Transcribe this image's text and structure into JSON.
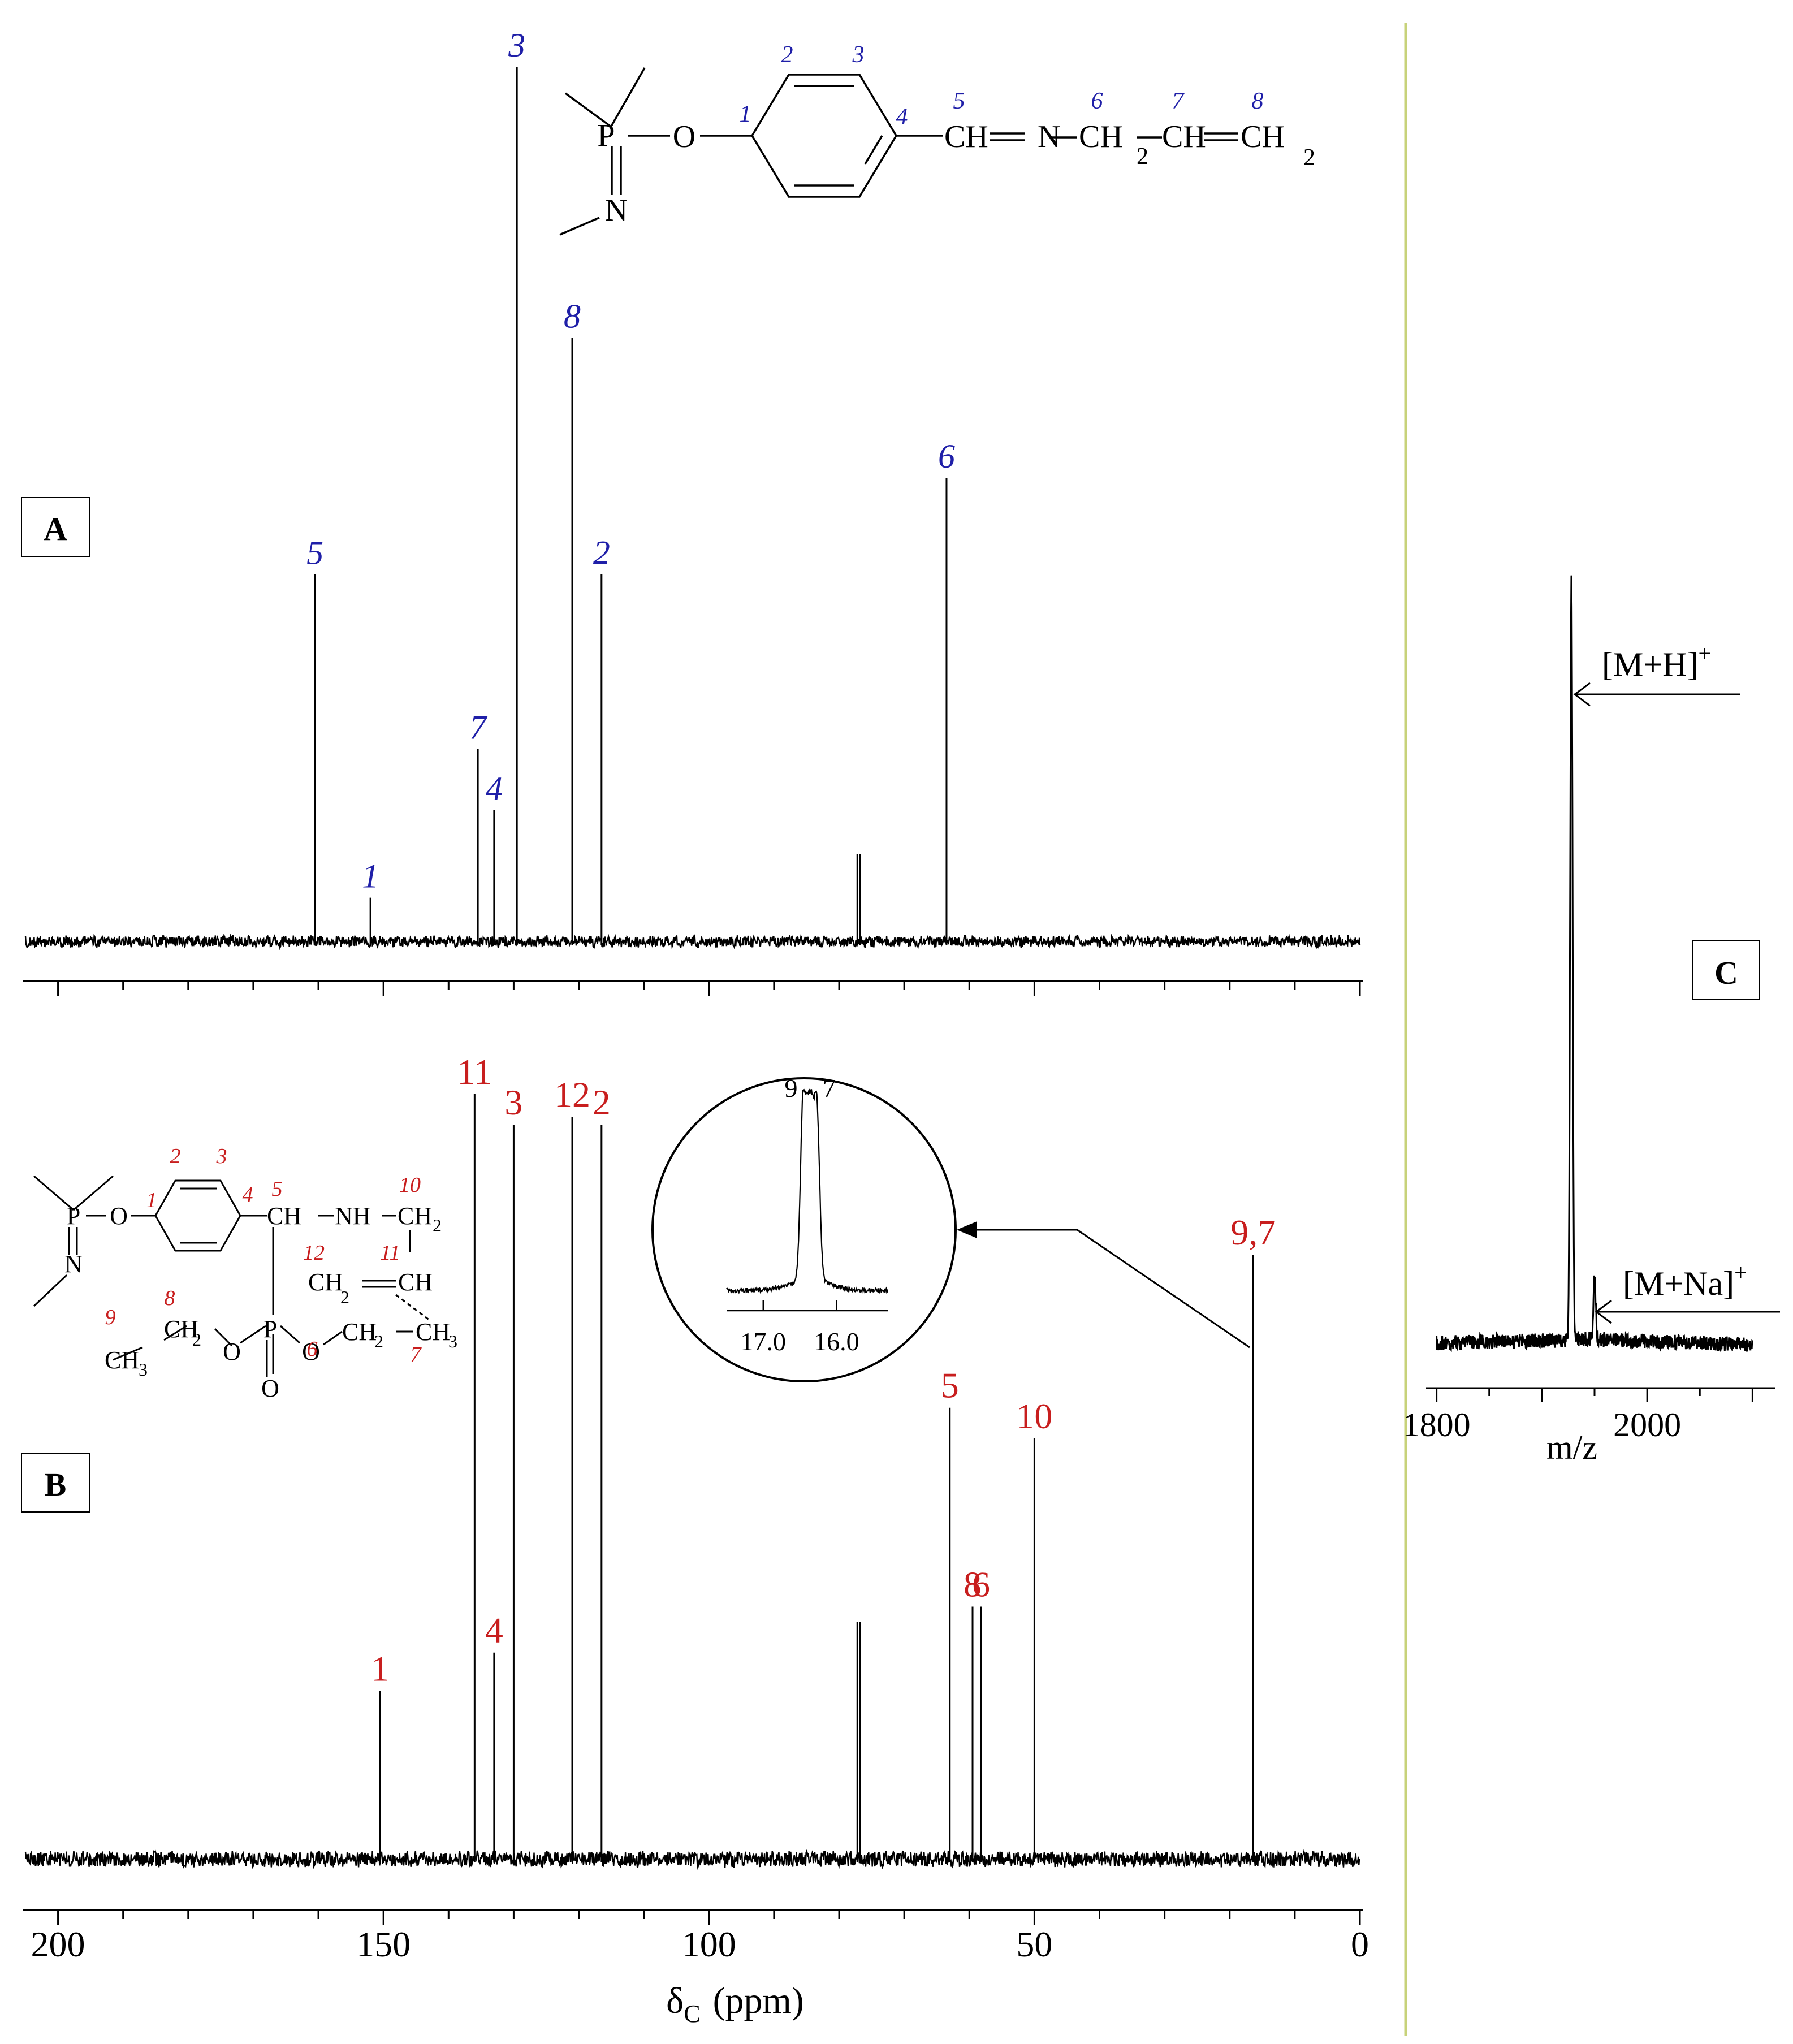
{
  "panels": {
    "a": {
      "label": "A"
    },
    "b": {
      "label": "B"
    },
    "c": {
      "label": "C"
    }
  },
  "colors": {
    "panel_a_labels": "#1f1fa8",
    "panel_b_labels": "#c81e1e",
    "divider": "#c7d27a",
    "trace": "#000000"
  },
  "chart_data": [
    {
      "id": "panel-a",
      "type": "line",
      "subtype": "13C NMR spectrum",
      "title": "",
      "x_reversed": true,
      "xlim": [
        205,
        0
      ],
      "ylim": [
        0,
        1
      ],
      "grid": false,
      "tick_marks_every": 10,
      "peaks": [
        {
          "label": "5",
          "x": 160.5,
          "y": 0.42
        },
        {
          "label": "1",
          "x": 152.0,
          "y": 0.05
        },
        {
          "label": "7",
          "x": 135.5,
          "y": 0.22
        },
        {
          "label": "4",
          "x": 133.0,
          "y": 0.15
        },
        {
          "label": "3",
          "x": 129.5,
          "y": 1.0
        },
        {
          "label": "8",
          "x": 121.0,
          "y": 0.69
        },
        {
          "label": "2",
          "x": 116.5,
          "y": 0.42
        },
        {
          "label": "",
          "x": 77.2,
          "y": 0.1
        },
        {
          "label": "",
          "x": 76.8,
          "y": 0.1
        },
        {
          "label": "6",
          "x": 63.5,
          "y": 0.53
        }
      ],
      "structure": {
        "atoms": [
          "P",
          "O",
          "N",
          "CH",
          "N",
          "CH",
          "2",
          "CH",
          "CH",
          "2"
        ],
        "numbers": [
          "1",
          "2",
          "3",
          "4",
          "5",
          "6",
          "7",
          "8"
        ]
      }
    },
    {
      "id": "panel-b",
      "type": "line",
      "subtype": "13C NMR spectrum",
      "title": "",
      "xlabel": "δ",
      "xlabel_sub": "C",
      "xlabel_unit": "(ppm)",
      "x_reversed": true,
      "xlim": [
        205,
        0
      ],
      "ylim": [
        0,
        1
      ],
      "grid": false,
      "tick_marks_every": 10,
      "x_tick_labels": [
        "200",
        "150",
        "100",
        "50",
        "0"
      ],
      "peaks": [
        {
          "label": "1",
          "x": 150.5,
          "y": 0.22
        },
        {
          "label": "11",
          "x": 136.0,
          "y": 1.0
        },
        {
          "label": "4",
          "x": 133.0,
          "y": 0.27
        },
        {
          "label": "3",
          "x": 130.0,
          "y": 0.96
        },
        {
          "label": "12",
          "x": 121.0,
          "y": 0.97
        },
        {
          "label": "2",
          "x": 116.5,
          "y": 0.96
        },
        {
          "label": "",
          "x": 77.2,
          "y": 0.31
        },
        {
          "label": "",
          "x": 76.8,
          "y": 0.31
        },
        {
          "label": "5",
          "x": 63.0,
          "y": 0.59
        },
        {
          "label": "8",
          "x": 59.5,
          "y": 0.33
        },
        {
          "label": "6",
          "x": 58.2,
          "y": 0.33
        },
        {
          "label": "10",
          "x": 50.0,
          "y": 0.55
        },
        {
          "label": "9,7",
          "x": 16.4,
          "y": 0.79
        }
      ],
      "inset": {
        "xlim": [
          17.5,
          15.3
        ],
        "x_tick_labels": [
          "17.0",
          "16.0"
        ],
        "peaks": [
          {
            "label": "9",
            "x": 16.45,
            "y": 1.0
          },
          {
            "label": "",
            "x": 16.36,
            "y": 0.95
          },
          {
            "label": "7",
            "x": 16.27,
            "y": 0.92
          }
        ]
      },
      "structure": {
        "atoms": [
          "P",
          "O",
          "N",
          "CH",
          "NH",
          "CH",
          "2",
          "CH",
          "2",
          "CH",
          "CH",
          "2",
          "O",
          "P",
          "O",
          "CH",
          "2",
          "CH",
          "3",
          "CH",
          "3",
          "O"
        ],
        "numbers": [
          "1",
          "2",
          "3",
          "4",
          "5",
          "6",
          "7",
          "8",
          "9",
          "10",
          "11",
          "12"
        ]
      }
    },
    {
      "id": "panel-c",
      "type": "line",
      "subtype": "mass spectrum",
      "title": "",
      "xlabel": "m/z",
      "x_reversed": false,
      "xlim": [
        1790,
        2110
      ],
      "ylim": [
        0,
        1
      ],
      "grid": false,
      "x_tick_labels": [
        "1800",
        "2000"
      ],
      "peaks": [
        {
          "label": "[M+H]",
          "label_sup": "+",
          "x": 1928,
          "y": 1.0
        },
        {
          "label": "[M+Na]",
          "label_sup": "+",
          "x": 1950,
          "y": 0.08
        }
      ]
    }
  ]
}
